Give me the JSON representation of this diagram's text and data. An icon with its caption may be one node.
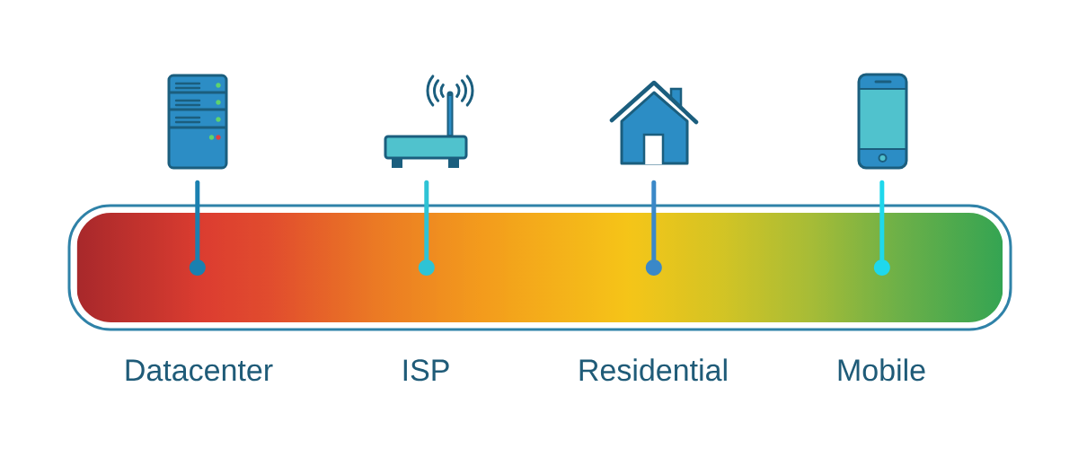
{
  "diagram": {
    "nodes": [
      {
        "text": [],
        "shape": "picture"
      },
      {
        "text": [],
        "shape": "picture"
      },
      {
        "text": [],
        "shape": "picture"
      },
      {
        "text": [],
        "shape": "picture"
      },
      {
        "text": [],
        "shape": "bar"
      },
      {
        "text": [],
        "shape": "circle",
        "in": 4
      },
      {
        "text": [],
        "shape": "circle",
        "in": 4
      },
      {
        "text": [],
        "shape": "circle",
        "in": 4
      },
      {
        "text": [],
        "shape": "circle",
        "in": 4
      }
    ],
    "edges": [
      {
        "from": 0,
        "to": 5,
        "arrow": "none",
        "color": "#1a80b0"
      },
      {
        "from": 1,
        "to": 6,
        "arrow": "none",
        "color": "#2ec3d5"
      },
      {
        "from": 2,
        "to": 7,
        "arrow": "none",
        "color": "#3a88c8"
      },
      {
        "from": 3,
        "to": 8,
        "arrow": "none",
        "color": "#1fd8ec"
      }
    ],
    "labels": [
      "Datacenter",
      "ISP",
      "Residential",
      "Mobile"
    ]
  }
}
